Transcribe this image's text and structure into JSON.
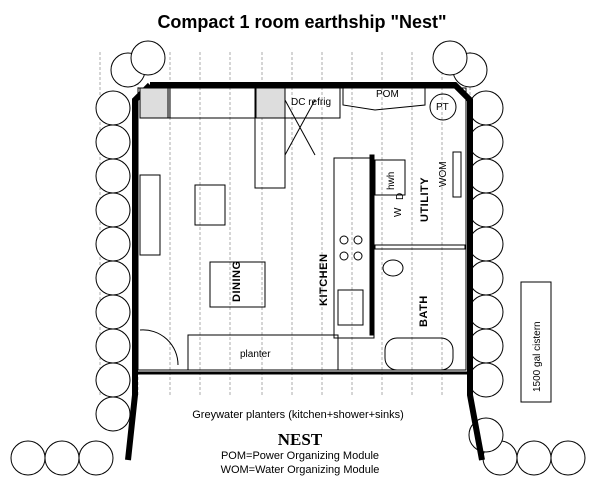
{
  "title": "Compact 1 room earthship \"Nest\"",
  "labels": {
    "dc_refrig": "DC refrig",
    "pom": "POM",
    "pt": "PT",
    "wom": "WOM",
    "hwh": "hwh",
    "d": "D",
    "w": "W",
    "utility": "UTILITY",
    "dining": "DINING",
    "kitchen": "KITCHEN",
    "bath": "BATH",
    "planter": "planter",
    "cistern": "1500 gal cistern"
  },
  "caption": "Greywater planters (kitchen+shower+sinks)",
  "name": "NEST",
  "legend": [
    "POM=Power Organizing Module",
    "WOM=Water Organizing Module"
  ]
}
